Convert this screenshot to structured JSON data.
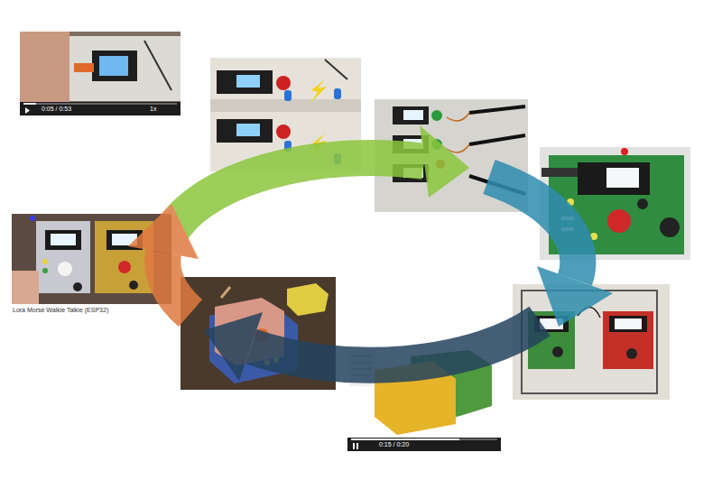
{
  "diagram": {
    "labels": [
      "0:05 / 0:53",
      "1x",
      "0:15 / 0:20",
      "Lora Morse Walkie Talkie (ESP32)"
    ]
  }
}
